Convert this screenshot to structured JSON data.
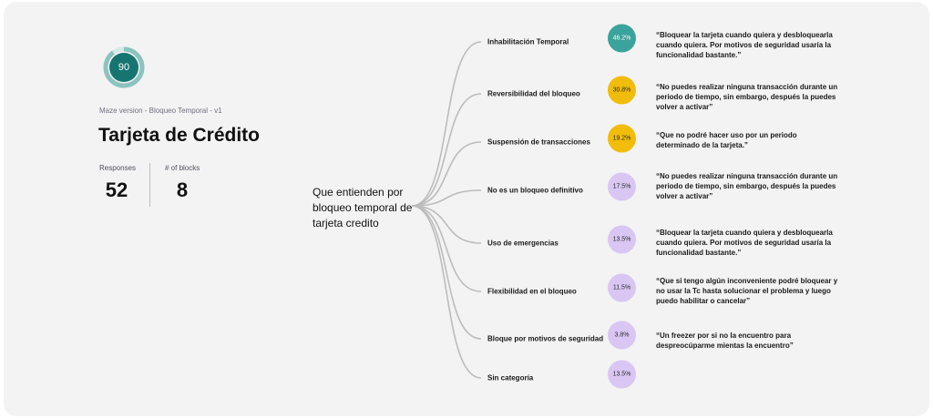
{
  "header": {
    "score": "90",
    "score_fraction": 0.9,
    "version": "Maze version - Bloqueo Temporal - v1",
    "title": "Tarjeta de Crédito"
  },
  "stats": [
    {
      "label": "Responses",
      "value": "52"
    },
    {
      "label": "# of blocks",
      "value": "8"
    }
  ],
  "question": "Que entienden por bloqueo temporal de tarjeta credito",
  "colors": {
    "teal": "#3aa39b",
    "yellow": "#f2bd0a",
    "lavender": "#d9c6f2",
    "score_ring": "#8cc3bf",
    "score_fill": "#167571"
  },
  "items": [
    {
      "category": "Inhabilitación Temporal",
      "pct": "46.2%",
      "color": "teal",
      "quote": "“Bloquear la tarjeta cuando quiera y desbloquearla cuando quiera. Por motivos de seguridad usaría la funcionalidad bastante.”"
    },
    {
      "category": "Reversibilidad del bloqueo",
      "pct": "30.8%",
      "color": "yellow",
      "quote": "“No puedes realizar ninguna transacción durante un periodo de tiempo, sin embargo, después la puedes volver a activar”"
    },
    {
      "category": "Suspensión de transacciones",
      "pct": "19.2%",
      "color": "yellow",
      "quote": "“Que no podré hacer uso por un periodo determinado de la tarjeta.”"
    },
    {
      "category": "No es un bloqueo definitivo",
      "pct": "17.5%",
      "color": "lavender",
      "quote": "“No puedes realizar ninguna transacción durante un periodo de tiempo, sin embargo, después la puedes volver a activar”"
    },
    {
      "category": "Uso de emergencias",
      "pct": "13.5%",
      "color": "lavender",
      "quote": "“Bloquear la tarjeta cuando quiera y desbloquearla cuando quiera. Por motivos de seguridad usaría la funcionalidad bastante.”"
    },
    {
      "category": "Flexibilidad en el bloqueo",
      "pct": "11.5%",
      "color": "lavender",
      "quote": "“Que si tengo algún inconveniente podré bloquear y no usar la Tc hasta solucionar el problema y luego puedo habilitar o cancelar”"
    },
    {
      "category": "Bloque por motivos de seguridad",
      "pct": "3.8%",
      "color": "lavender",
      "quote": "“Un freezer por si no la encuentro para despreocúparme mientas la encuentro”"
    },
    {
      "category": "Sin categoría",
      "pct": "13.5%",
      "color": "lavender",
      "quote": ""
    }
  ]
}
